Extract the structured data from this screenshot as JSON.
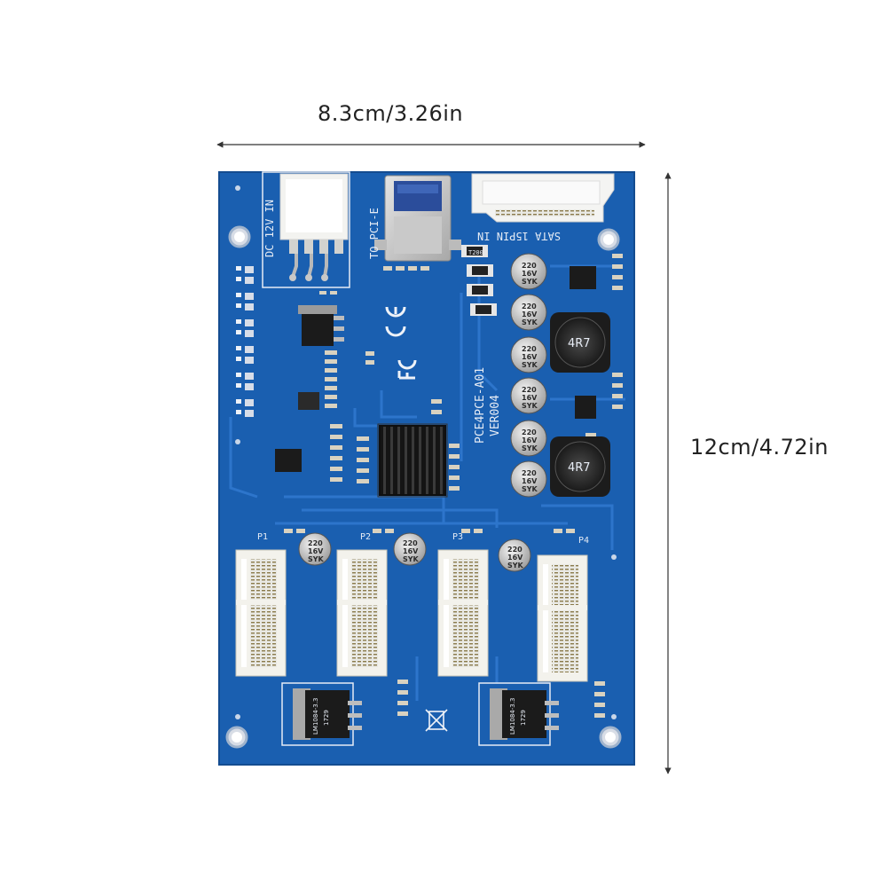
{
  "dimensions": {
    "width_label": "8.3cm/3.26in",
    "height_label": "12cm/4.72in"
  },
  "board": {
    "model_text": "PCE4PCE-A01",
    "version_text": "VER004",
    "dc_label": "DC 12V IN",
    "usb_label": "TO PCI-E",
    "sata_label": "SATA 15PIN IN",
    "inductor_text": "4R7",
    "capacitor_text": [
      "220",
      "16V",
      "SYK"
    ],
    "regulator_text": [
      "LM1084-3.3",
      "1729"
    ],
    "fuse_text": "T200",
    "slot_labels": [
      "P1",
      "P2",
      "P3",
      "P4"
    ]
  },
  "colors": {
    "board_blue": "#1a5fb0",
    "trace_blue": "#2a6fc4",
    "silkscreen": "#e6ecf5",
    "slot_white": "#f2f2ee",
    "heatsink": "#1c1c1c"
  }
}
